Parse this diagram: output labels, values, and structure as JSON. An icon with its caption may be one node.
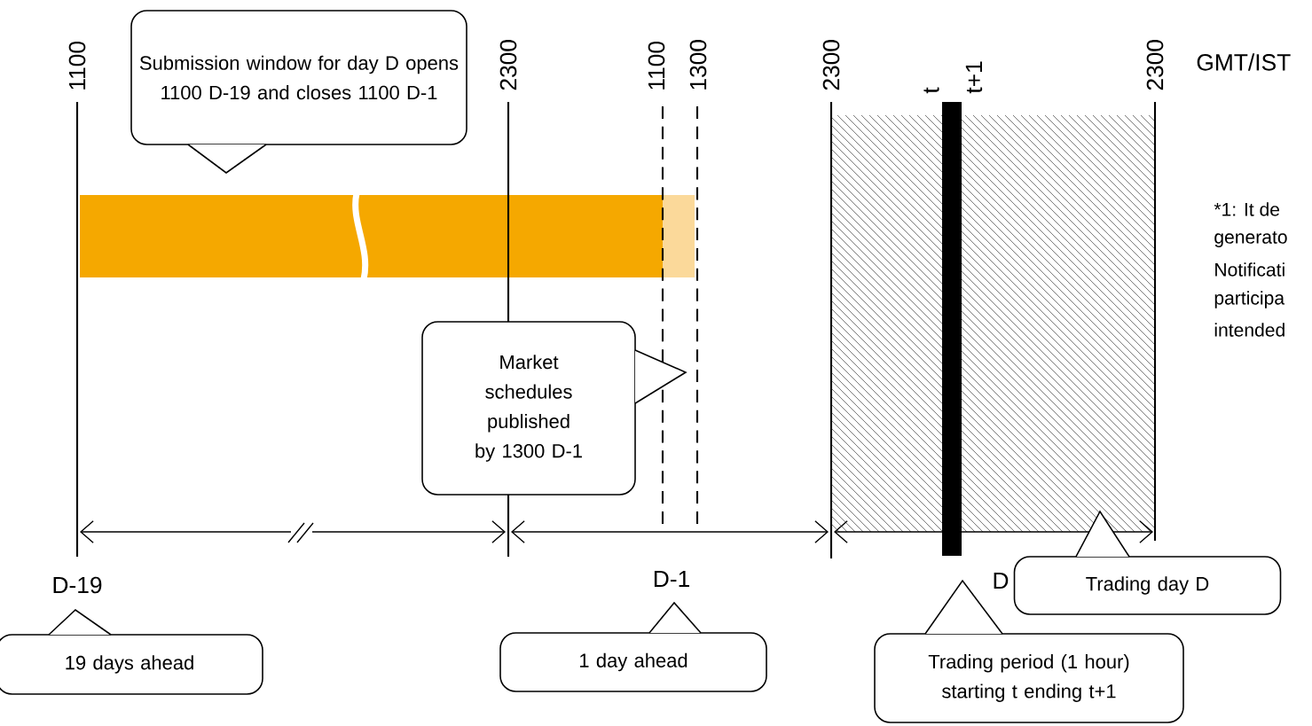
{
  "diagram": {
    "nodes": [
      {
        "text": [
          "Submission window for day D opens 1100 D-19 and closes 1100 D-1"
        ]
      },
      {
        "text": [
          "Market schedules published by 1300 D-1"
        ]
      },
      {
        "text": [
          "19 days ahead"
        ]
      },
      {
        "text": [
          "1 day ahead"
        ]
      },
      {
        "text": [
          "Trading day D"
        ]
      },
      {
        "text": [
          "Trading period (1 hour) starting t ending t+1"
        ]
      }
    ],
    "labels": [
      "1100",
      "2300",
      "1100",
      "1300",
      "2300",
      "t",
      "t+1",
      "2300",
      "GMT/IST",
      "*1: It de",
      "generato",
      "Notificati",
      "participa",
      "intended",
      "D-19",
      "D-1",
      "D"
    ]
  }
}
